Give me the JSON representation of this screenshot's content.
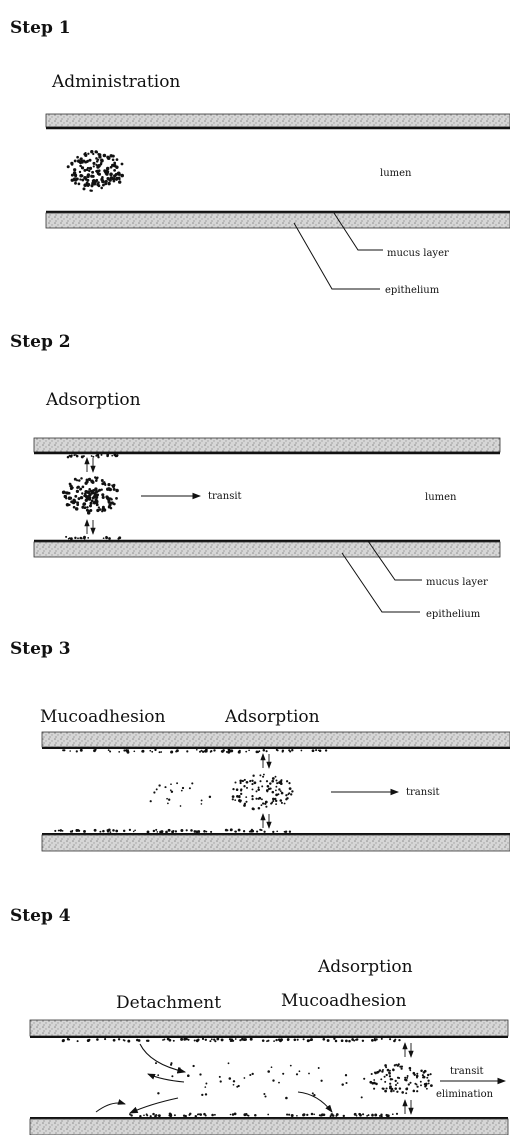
{
  "steps": [
    {
      "title": "Step 1",
      "phases": [
        "Administration"
      ],
      "annotations": {
        "lumen": "lumen",
        "mucus": "mucus layer",
        "epithelium": "epithelium"
      }
    },
    {
      "title": "Step 2",
      "phases": [
        "Adsorption"
      ],
      "annotations": {
        "transit": "transit",
        "lumen": "lumen",
        "mucus": "mucus layer",
        "epithelium": "epithelium"
      }
    },
    {
      "title": "Step 3",
      "phases": [
        "Mucoadhesion",
        "Adsorption"
      ],
      "annotations": {
        "transit": "transit"
      }
    },
    {
      "title": "Step 4",
      "phases": [
        "Adsorption",
        "Detachment",
        "Mucoadhesion"
      ],
      "annotations": {
        "transit": "transit",
        "elimination": "elimination"
      }
    }
  ]
}
